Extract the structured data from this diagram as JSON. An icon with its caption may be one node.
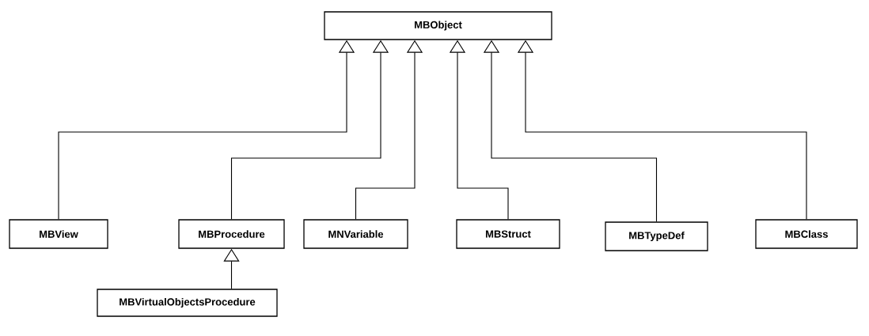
{
  "diagram": {
    "nodes": [
      {
        "text": [
          "MBObject"
        ]
      },
      {
        "text": [
          "MBView"
        ]
      },
      {
        "text": [
          "MBProcedure"
        ]
      },
      {
        "text": [
          "MNVariable"
        ]
      },
      {
        "text": [
          "MBStruct"
        ]
      },
      {
        "text": [
          "MBTypeDef"
        ]
      },
      {
        "text": [
          "MBClass"
        ]
      },
      {
        "text": [
          "MBVirtualObjectsProcedure"
        ]
      }
    ],
    "edges": [
      {
        "from": 1,
        "to": 0,
        "arrow": "to"
      },
      {
        "from": 2,
        "to": 0,
        "arrow": "to"
      },
      {
        "from": 3,
        "to": 0,
        "arrow": "to"
      },
      {
        "from": 4,
        "to": 0,
        "arrow": "to"
      },
      {
        "from": 5,
        "to": 0,
        "arrow": "to"
      },
      {
        "from": 6,
        "to": 0,
        "arrow": "to"
      },
      {
        "from": 7,
        "to": 2,
        "arrow": "to"
      }
    ]
  }
}
